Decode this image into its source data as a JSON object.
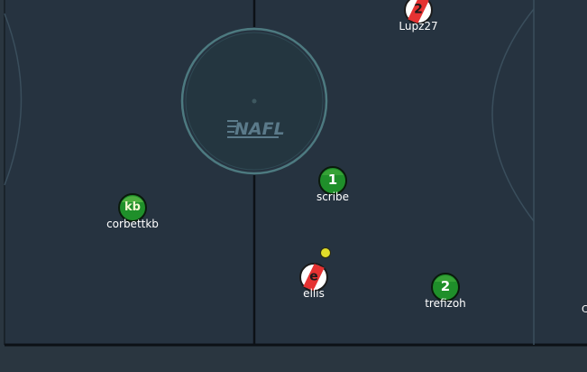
{
  "field": {
    "logo_text": "NAFL",
    "background": "#2a3640",
    "line_color": "#0f1418",
    "circle_color": "#7fb3b5"
  },
  "players": [
    {
      "id": "lupz27",
      "name": "Lupz27",
      "team": "red",
      "marker": "2"
    },
    {
      "id": "scribe",
      "name": "scribe",
      "team": "green",
      "marker": "1"
    },
    {
      "id": "corbettkb",
      "name": "corbettkb",
      "team": "green",
      "marker": "kb"
    },
    {
      "id": "ellis",
      "name": "ellis",
      "team": "red",
      "marker": "e"
    },
    {
      "id": "trefizoh",
      "name": "trefizoh",
      "team": "green",
      "marker": "2"
    }
  ],
  "offscreen_label": "C",
  "colors": {
    "red_team": "#e53232",
    "green_team": "#1f8f2a",
    "ball": "#e0dc2a"
  }
}
